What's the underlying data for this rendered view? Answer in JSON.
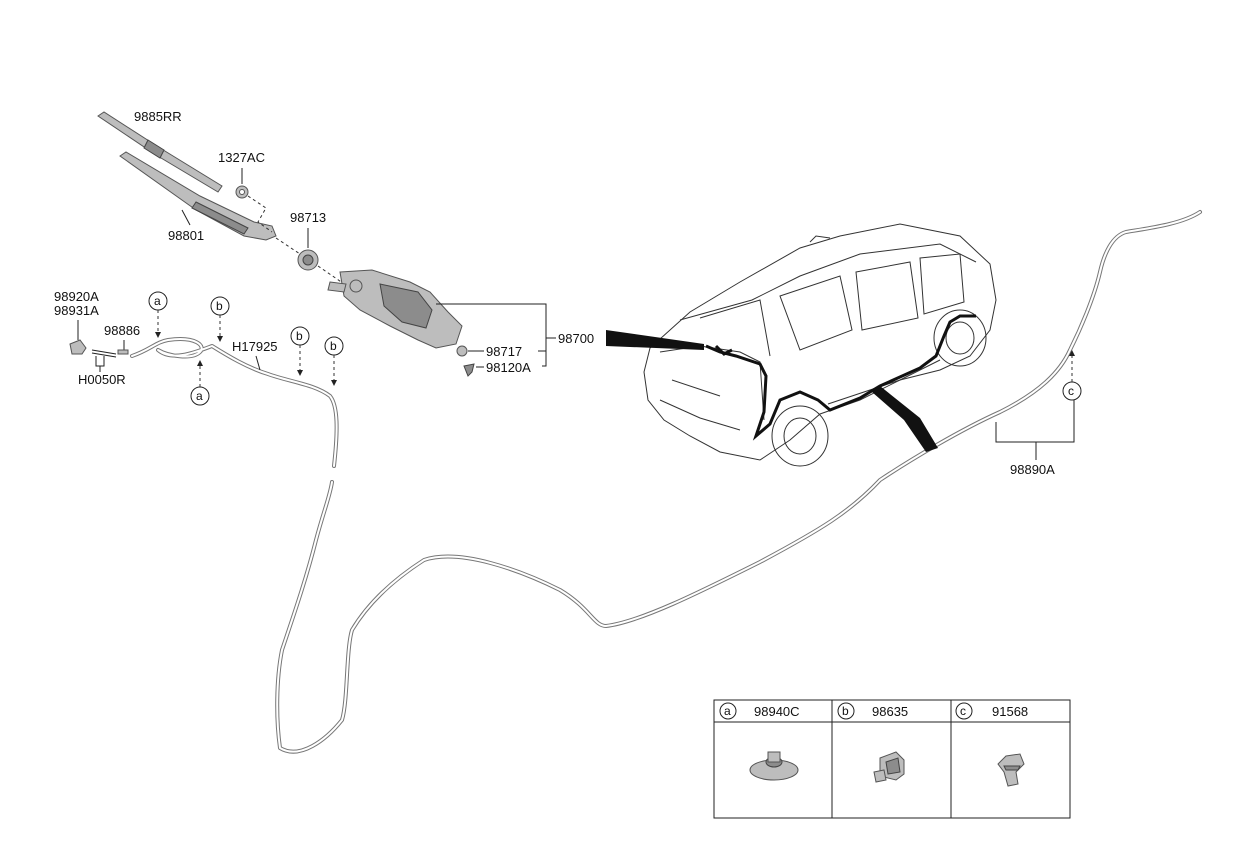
{
  "labels": {
    "wiper_blade": "9885RR",
    "nut": "1327AC",
    "wiper_arm": "98801",
    "cap": "98713",
    "motor_assy": "98700",
    "motor_part1": "98717",
    "motor_part2": "98120A",
    "nozzle1": "98920A",
    "nozzle2": "98931A",
    "connector": "98886",
    "hose_joint": "H0050R",
    "hose": "H17925",
    "washer_hose": "98890A"
  },
  "markers": {
    "a": "a",
    "b": "b",
    "c": "c"
  },
  "legend": [
    {
      "key": "a",
      "part": "98940C"
    },
    {
      "key": "b",
      "part": "98635"
    },
    {
      "key": "c",
      "part": "91568"
    }
  ]
}
